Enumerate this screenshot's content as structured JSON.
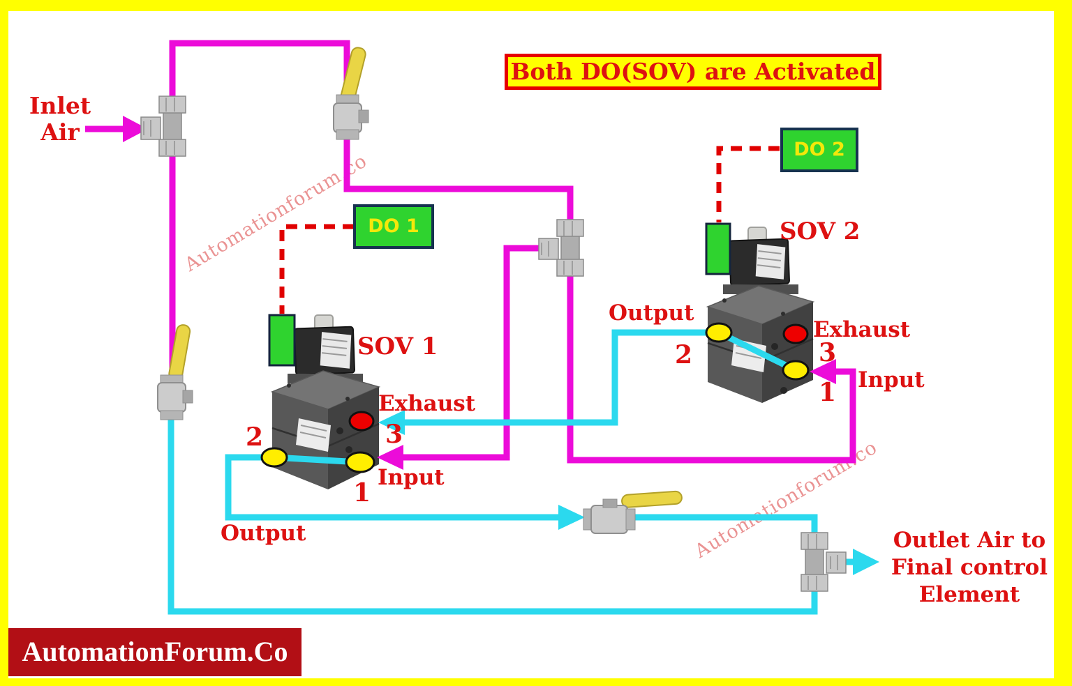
{
  "title": "Both DO(SOV) are Activated",
  "watermark": "Automationforum.co",
  "footer": "AutomationForum.Co",
  "inlet": {
    "line1": "Inlet",
    "line2": "Air"
  },
  "outlet": {
    "line1": "Outlet Air to",
    "line2": "Final control",
    "line3": "Element"
  },
  "do1": {
    "label": "DO 1"
  },
  "do2": {
    "label": "DO 2"
  },
  "sov1": {
    "name": "SOV 1",
    "output_label": "Output",
    "output_port": "2",
    "exhaust_label": "Exhaust",
    "exhaust_port": "3",
    "input_label": "Input",
    "input_port": "1"
  },
  "sov2": {
    "name": "SOV 2",
    "output_label": "Output",
    "output_port": "2",
    "exhaust_label": "Exhaust",
    "exhaust_port": "3",
    "input_label": "Input",
    "input_port": "1"
  },
  "colors": {
    "frame": "#FFFF00",
    "supply_line": "#EC0BD9",
    "output_line": "#2BD9EE",
    "signal_line": "#E00000",
    "label_text": "#DD1111",
    "title_bg": "#FFFF00",
    "title_border": "#E60000",
    "do_box_fill": "#2FD32F",
    "do_box_border": "#16324F",
    "do_box_text": "#F4E80A",
    "solenoid_connector": "#2FD32F",
    "port_open": "#FFEE00",
    "port_exhaust": "#EE0000",
    "footer_bg": "#B20F15",
    "footer_text": "#FFFFFF",
    "valve_handle": "#E9D545"
  }
}
